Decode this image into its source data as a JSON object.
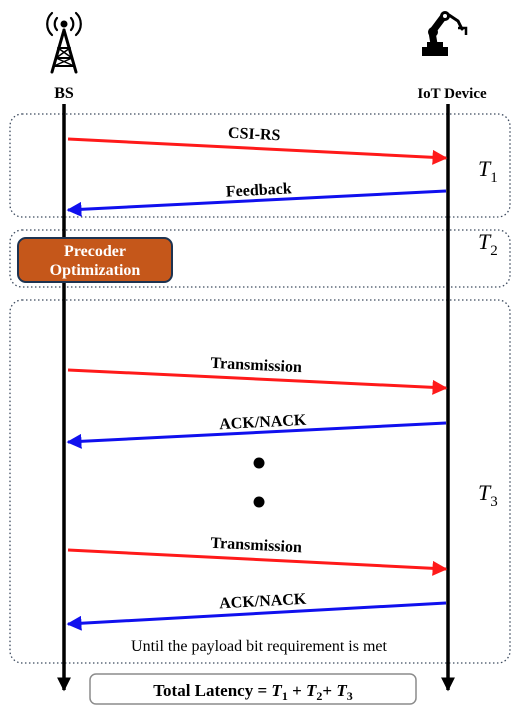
{
  "nodes": {
    "bs": {
      "label": "BS",
      "icon": "cell-tower-icon"
    },
    "iot": {
      "label": "IoT Device",
      "icon": "robot-arm-icon"
    }
  },
  "messages": {
    "csi_rs": "CSI-RS",
    "feedback": "Feedback",
    "transmission_1": "Transmission",
    "ack_1": "ACK/NACK",
    "transmission_2": "Transmission",
    "ack_2": "ACK/NACK"
  },
  "process": {
    "precoder_line1": "Precoder",
    "precoder_line2": "Optimization"
  },
  "phases": {
    "t1": {
      "symbol": "T",
      "sub": "1"
    },
    "t2": {
      "symbol": "T",
      "sub": "2"
    },
    "t3": {
      "symbol": "T",
      "sub": "3"
    }
  },
  "notes": {
    "until": "Until the payload bit requirement is met"
  },
  "total": {
    "prefix": "Total Latency = ",
    "t1": "T",
    "t1_sub": "1",
    "plus1": " + ",
    "t2": "T",
    "t2_sub": "2",
    "plus2": "+ ",
    "t3": "T",
    "t3_sub": "3"
  },
  "colors": {
    "downlink": "#ff1a1a",
    "uplink": "#1010ee",
    "precoder_fill": "#c5571a",
    "precoder_border": "#1e3350",
    "box_border": "#3c4a5e"
  }
}
